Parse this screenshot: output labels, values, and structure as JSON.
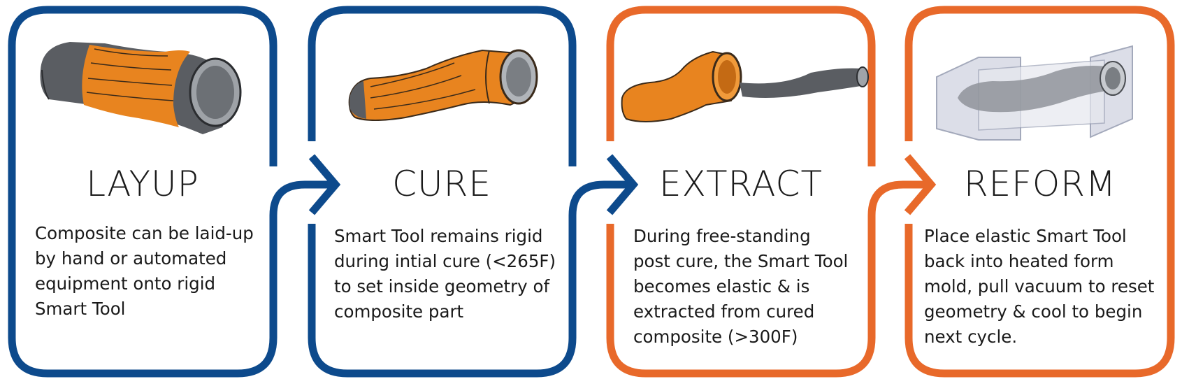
{
  "colors": {
    "blue": "#0d4a8c",
    "orange": "#e8692a",
    "part_orange": "#e8841f",
    "tool_gray": "#5a5d62"
  },
  "steps": [
    {
      "title": "LAYUP",
      "description": "Composite can be laid-up\nby hand or automated\nequipment onto rigid\nSmart Tool",
      "color": "blue",
      "icon": "layup-part-icon"
    },
    {
      "title": "CURE",
      "description": "Smart Tool remains rigid\nduring intial cure (<265F)\nto set inside geometry of\ncomposite part",
      "color": "blue",
      "icon": "cured-part-icon"
    },
    {
      "title": "EXTRACT",
      "description": "During free-standing\npost cure, the Smart Tool\nbecomes elastic & is\nextracted from cured\ncomposite (>300F)",
      "color": "orange",
      "icon": "extraction-icon"
    },
    {
      "title": "REFORM",
      "description": "Place elastic Smart Tool\nback into heated form\nmold, pull vacuum to reset\ngeometry & cool to begin\nnext cycle.",
      "color": "orange",
      "icon": "form-mold-icon"
    }
  ]
}
